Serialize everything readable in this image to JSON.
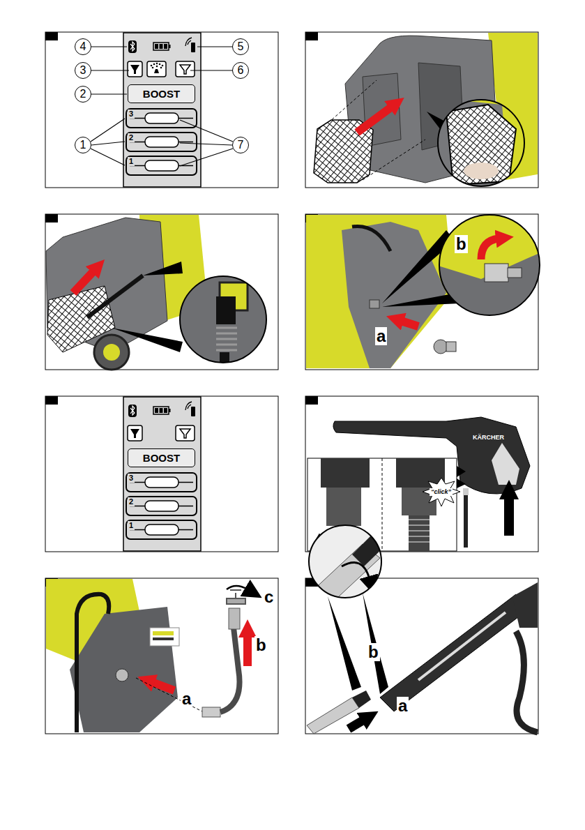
{
  "diagram": {
    "nodes": [
      {
        "text": [
          "4"
        ]
      },
      {
        "text": [
          "5"
        ]
      },
      {
        "text": [
          "3"
        ]
      },
      {
        "text": [
          "6"
        ]
      },
      {
        "text": [
          "2"
        ]
      },
      {
        "text": [
          "BOOST"
        ]
      },
      {
        "text": [
          "1"
        ]
      },
      {
        "text": [
          "7"
        ]
      },
      {
        "text": [
          "BOOST"
        ]
      }
    ],
    "labels": [
      "3",
      "2",
      "1",
      "b",
      "a",
      "3",
      "2",
      "1",
      "KÄRCHER",
      "“click”",
      "c",
      "b",
      "a",
      "b",
      "a"
    ]
  }
}
